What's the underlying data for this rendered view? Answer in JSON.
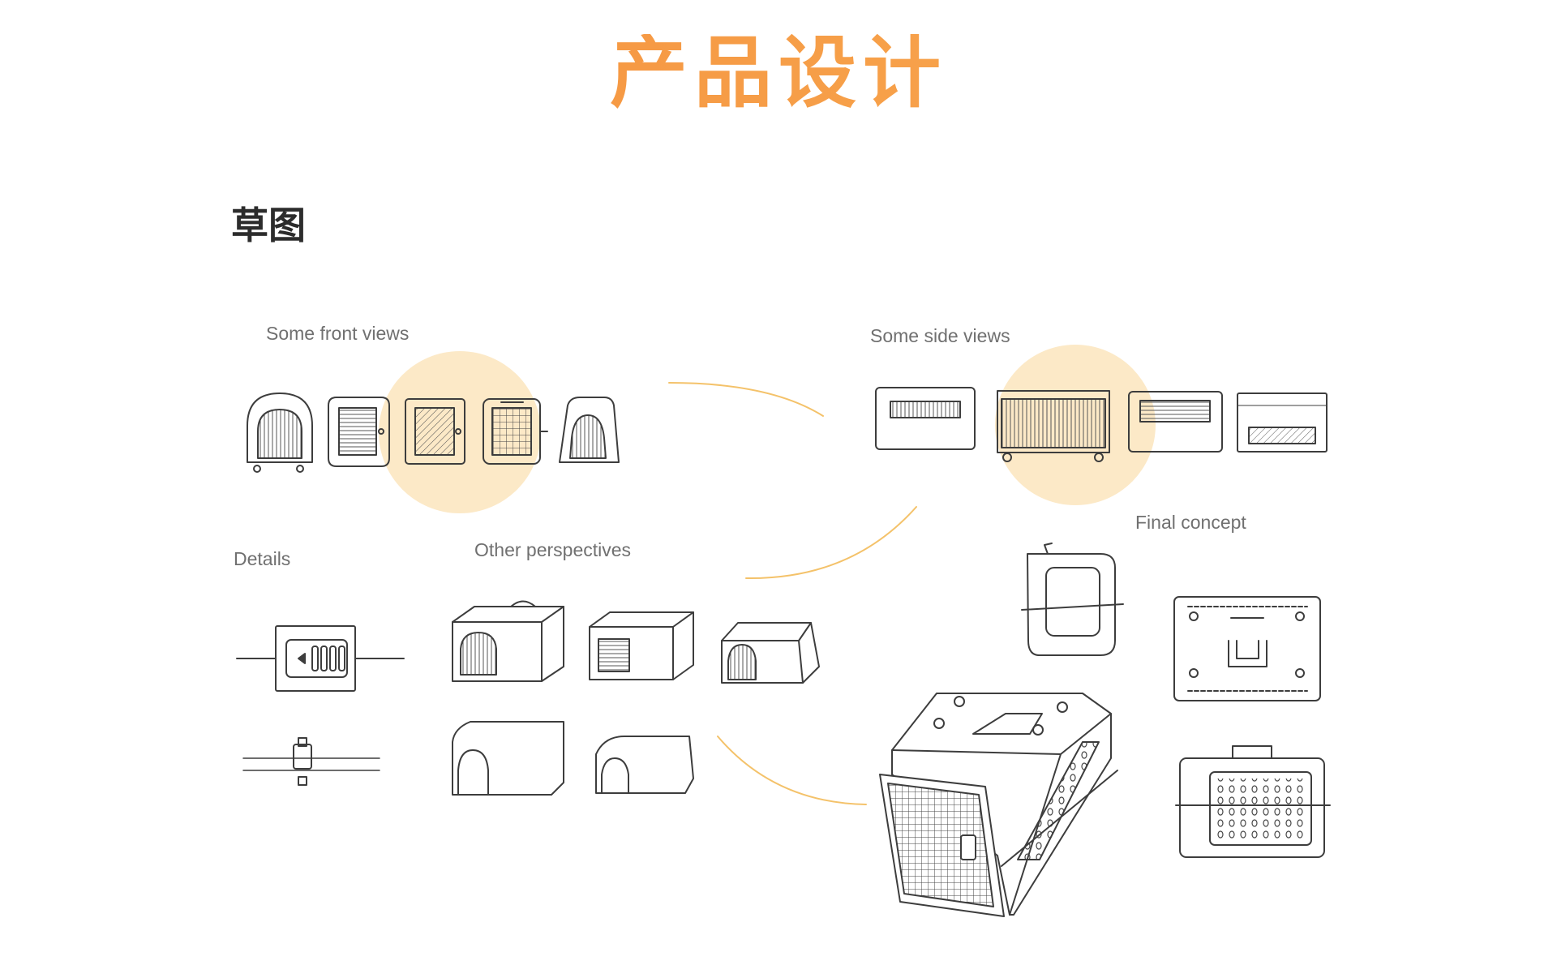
{
  "header": {
    "title": "产品设计"
  },
  "section": {
    "title": "草图"
  },
  "labels": {
    "front_views": "Some front views",
    "side_views": "Some side views",
    "details": "Details",
    "other_perspectives": "Other perspectives",
    "final_concept": "Final concept"
  },
  "colors": {
    "accent_orange": "#f38b3a",
    "highlight_circle": "#fce9c7",
    "connector_line": "#f4c26a",
    "sketch_stroke": "#3d3d3d"
  }
}
